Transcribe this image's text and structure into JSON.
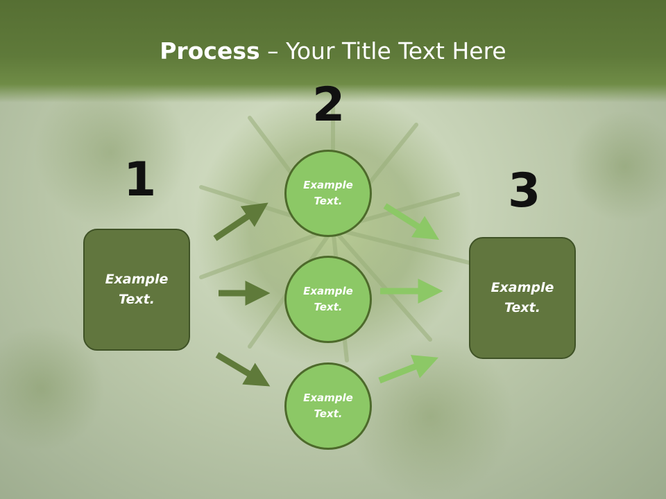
{
  "title": {
    "bold": "Process",
    "separator": " – ",
    "rest": "Your Title Text Here"
  },
  "steps": {
    "n1": "1",
    "n2": "2",
    "n3": "3"
  },
  "left_box": {
    "text": "Example Text."
  },
  "circles": [
    {
      "text": "Example Text."
    },
    {
      "text": "Example Text."
    },
    {
      "text": "Example Text."
    }
  ],
  "right_box": {
    "text": "Example Text."
  },
  "colors": {
    "header": "#5f7a3a",
    "box": "#61763e",
    "circle": "#8cc866",
    "dark_arrow": "#5f7a3a",
    "light_arrow": "#8cc866"
  }
}
